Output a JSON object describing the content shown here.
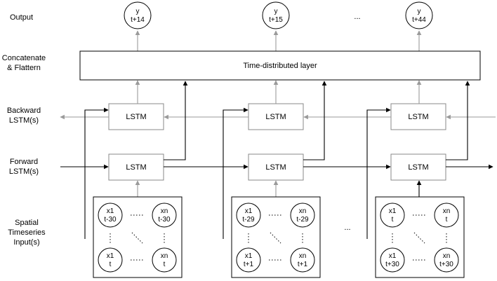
{
  "labels": {
    "output": "Output",
    "concat": [
      "Concatenate",
      "& Flattern"
    ],
    "backward": [
      "Backward",
      "LSTM(s)"
    ],
    "forward": [
      "Forward",
      "LSTM(s)"
    ],
    "input": [
      "Spatial",
      "Timeseries",
      "Input(s)"
    ]
  },
  "time_distributed": "Time-distributed layer",
  "lstm_label": "LSTM",
  "outputs": [
    {
      "top": "y",
      "bottom": "t+14"
    },
    {
      "top": "y",
      "bottom": "t+15"
    },
    {
      "top": "y",
      "bottom": "t+44"
    }
  ],
  "output_ellipsis": "...",
  "input_ellipsis": "...",
  "input_blocks": [
    {
      "tl": [
        "x1",
        "t-30"
      ],
      "tr": [
        "xn",
        "t-30"
      ],
      "bl": [
        "x1",
        "t"
      ],
      "br": [
        "xn",
        "t"
      ]
    },
    {
      "tl": [
        "x1",
        "t-29"
      ],
      "tr": [
        "xn",
        "t-29"
      ],
      "bl": [
        "x1",
        "t+1"
      ],
      "br": [
        "xn",
        "t+1"
      ]
    },
    {
      "tl": [
        "x1",
        "t"
      ],
      "tr": [
        "xn",
        "t"
      ],
      "bl": [
        "x1",
        "t+30"
      ],
      "br": [
        "xn",
        "t+30"
      ]
    }
  ]
}
